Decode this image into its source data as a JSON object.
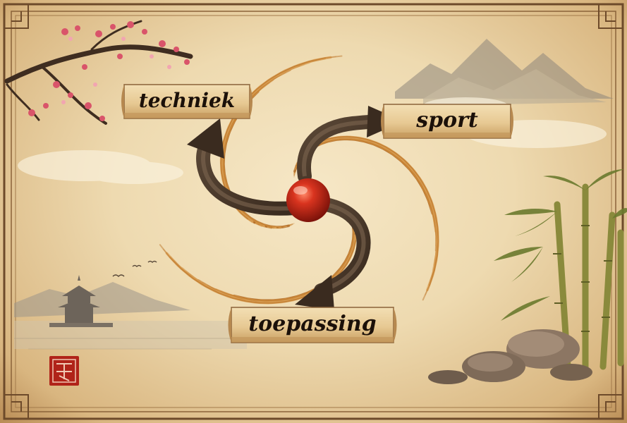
{
  "diagram": {
    "labels": {
      "techniek": "techniek",
      "sport": "sport",
      "toepassing": "toepassing"
    }
  },
  "colors": {
    "parchment": "#f1e0b8",
    "swirl": "#c9802f",
    "arrow": "#4a3a2b",
    "ball": "#c62a17",
    "seal": "#b02319",
    "frame": "#7a5430"
  },
  "icons": {
    "center": "red-ball-icon",
    "seal": "red-seal-stamp-icon",
    "decor": [
      "cherry-blossom-branch",
      "misty-mountains",
      "pagoda",
      "bamboo",
      "rocks",
      "birds"
    ]
  }
}
